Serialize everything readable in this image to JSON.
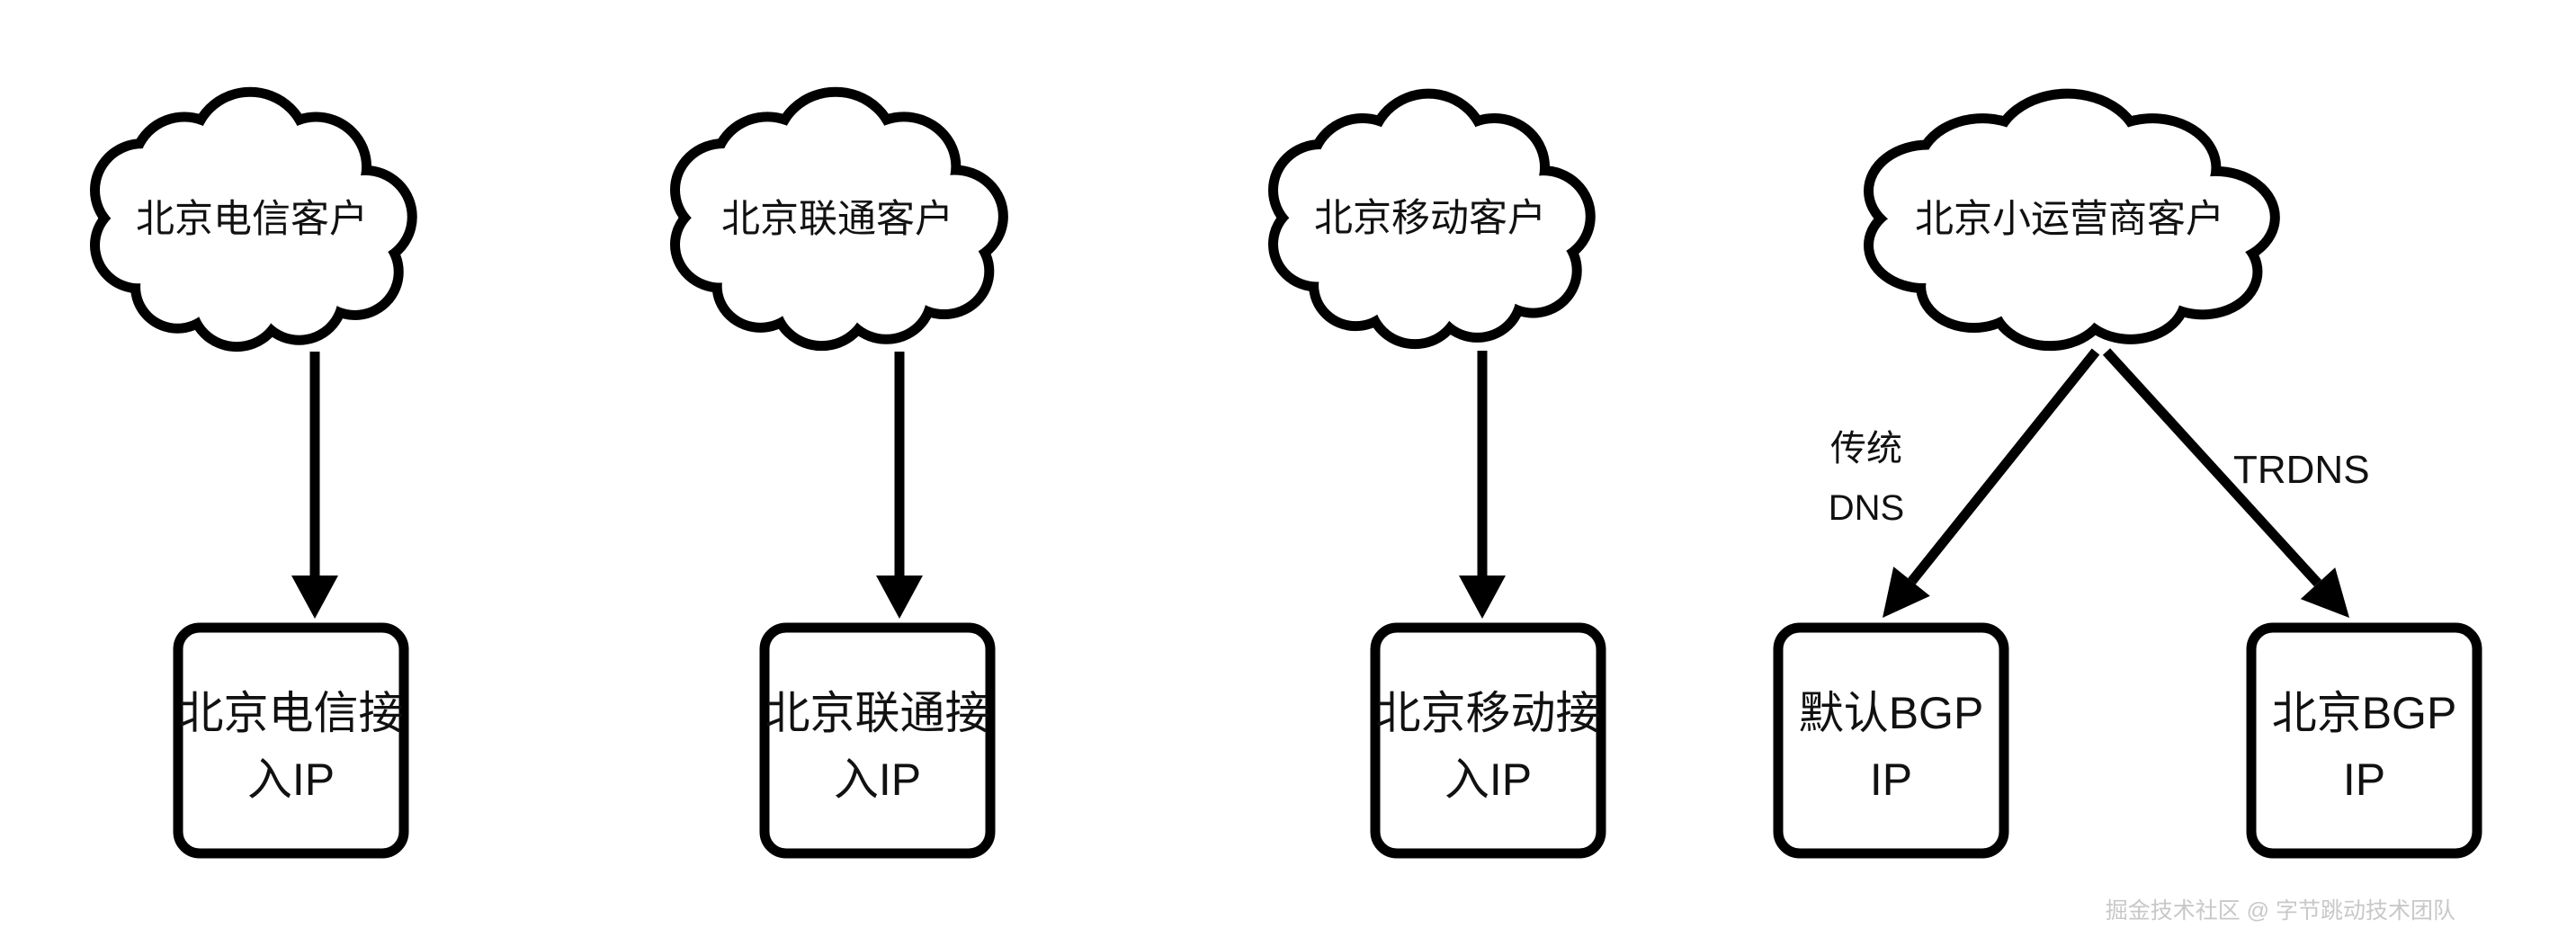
{
  "diagram": {
    "clouds": [
      {
        "label": "北京电信客户"
      },
      {
        "label": "北京联通客户"
      },
      {
        "label": "北京移动客户"
      },
      {
        "label": "北京小运营商客户"
      }
    ],
    "boxes": [
      {
        "line1": "北京电信接",
        "line2": "入IP"
      },
      {
        "line1": "北京联通接",
        "line2": "入IP"
      },
      {
        "line1": "北京移动接",
        "line2": "入IP"
      },
      {
        "line1": "默认BGP",
        "line2": "IP"
      },
      {
        "line1": "北京BGP",
        "line2": "IP"
      }
    ],
    "edge_labels": {
      "traditional_dns_line1": "传统",
      "traditional_dns_line2": "DNS",
      "trdns": "TRDNS"
    },
    "colors": {
      "outline": "#000000",
      "text": "#111111",
      "watermark": "#c8c8c8"
    }
  },
  "watermark": {
    "text": "掘金技术社区 @ 字节跳动技术团队"
  }
}
